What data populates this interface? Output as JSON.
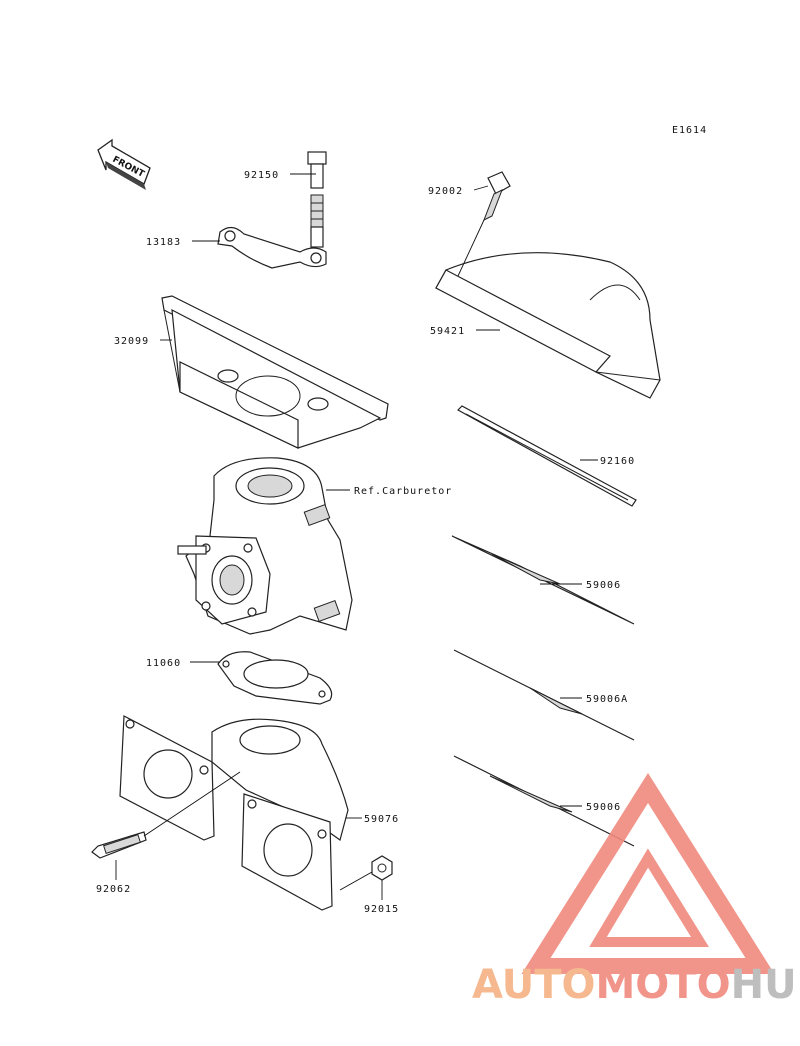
{
  "figure_code": "E1614",
  "front_arrow": "FRONT",
  "callouts": [
    {
      "id": "92150"
    },
    {
      "id": "13183"
    },
    {
      "id": "32099"
    },
    {
      "id": "92002"
    },
    {
      "id": "59421"
    },
    {
      "id": "92160"
    },
    {
      "id": "Ref.Carburetor"
    },
    {
      "id": "59006"
    },
    {
      "id": "11060"
    },
    {
      "id": "59006A"
    },
    {
      "id": "59006"
    },
    {
      "id": "59076"
    },
    {
      "id": "92062"
    },
    {
      "id": "92015"
    }
  ],
  "watermark": {
    "parts": [
      "AUTO",
      "MOTO",
      "HUB"
    ],
    "colors": {
      "auto": "#f4b183",
      "moto": "#f08a7e",
      "hub": "#b7b7b7",
      "triangle": "#f08a7e"
    }
  }
}
